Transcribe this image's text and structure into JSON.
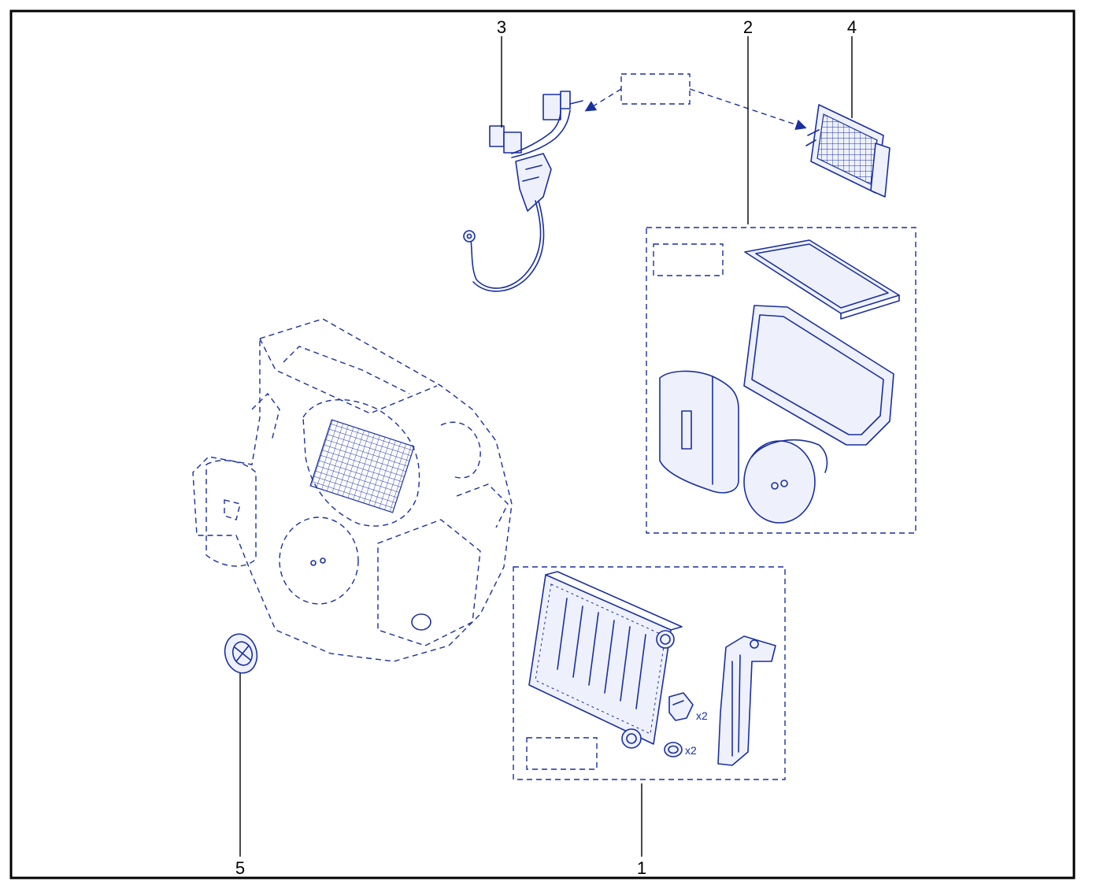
{
  "colors": {
    "line": "#1a2fa0",
    "callout": "#000000",
    "background": "#ffffff"
  },
  "callouts": [
    {
      "id": "1",
      "label": "1"
    },
    {
      "id": "2",
      "label": "2"
    },
    {
      "id": "3",
      "label": "3"
    },
    {
      "id": "4",
      "label": "4"
    },
    {
      "id": "5",
      "label": "5"
    }
  ],
  "quantities": {
    "clip": "x2",
    "seal": "x2"
  }
}
